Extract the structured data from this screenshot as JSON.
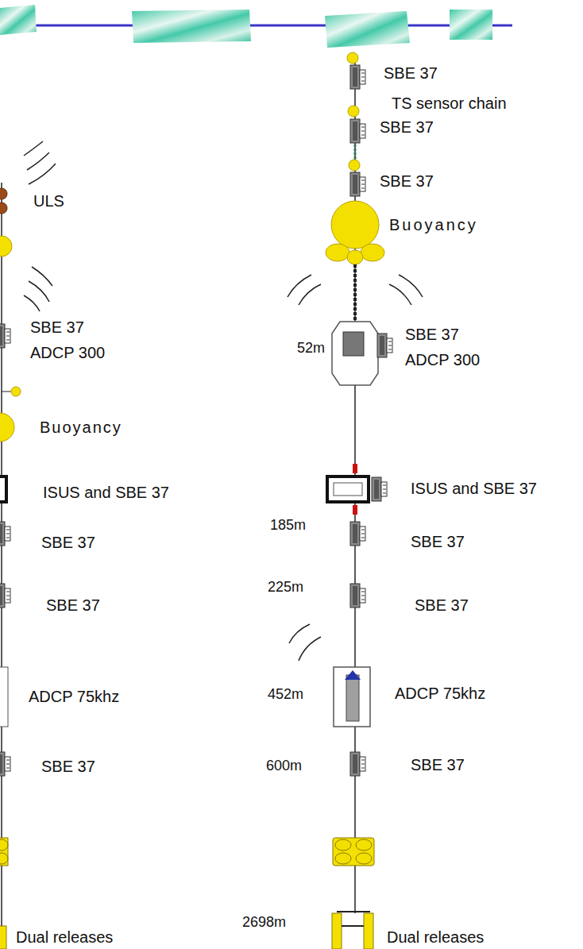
{
  "diagram": {
    "labels": [
      "ULS",
      "SBE 37 ADCP 300",
      "Buoyancy",
      "ISUS and SBE 37",
      "SBE 37",
      "SBE 37",
      "ADCP 75khz",
      "SBE 37",
      "Dual releases",
      "SBE 37",
      "TS sensor chain",
      "SBE 37",
      "SBE 37",
      "Buoyancy",
      "52m",
      "SBE 37 ADCP 300",
      "ISUS and SBE 37",
      "185m",
      "SBE 37",
      "225m",
      "SBE 37",
      "452m",
      "ADCP 75khz",
      "600m",
      "SBE 37",
      "2698m",
      "Dual releases"
    ]
  }
}
